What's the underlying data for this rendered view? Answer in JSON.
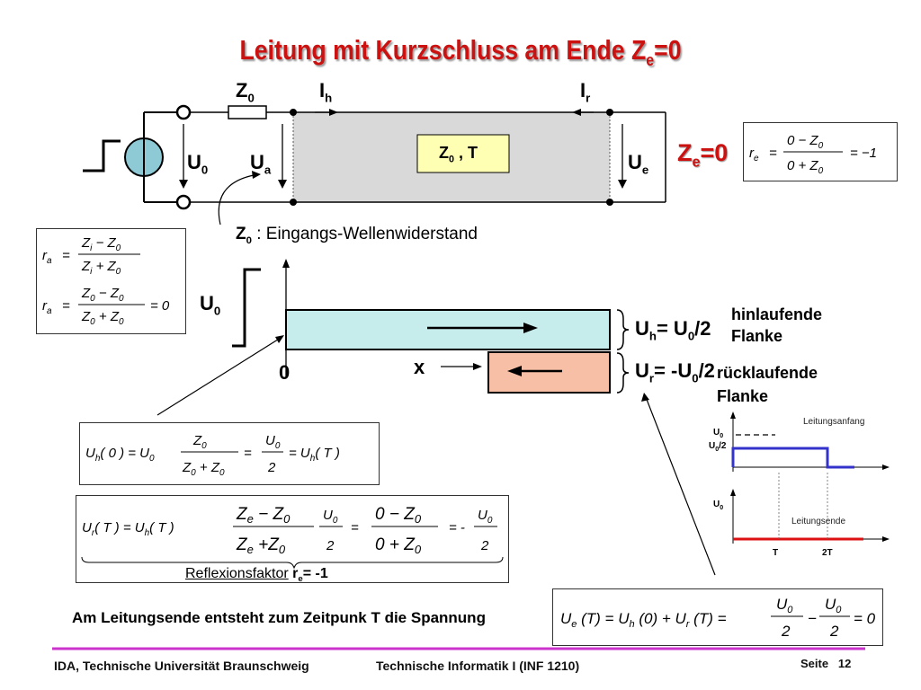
{
  "title": "Leitung mit Kurzschluss am Ende  Z",
  "title_sub": "e",
  "title_suffix": "=0",
  "circuit": {
    "z0": "Z",
    "z0_sub": "0",
    "ih": "I",
    "ih_sub": "h",
    "ir": "I",
    "ir_sub": "r",
    "u0": "U",
    "u0_sub": "0",
    "ua": "U",
    "ua_sub": "a",
    "ue": "U",
    "ue_sub": "e",
    "line_label": "Z",
    "line_label_sub": "0",
    "line_label_suffix": " , T",
    "ze": "Z",
    "ze_sub": "e",
    "ze_suffix": "=0"
  },
  "input_note": {
    "sym": "Z",
    "sub": "0",
    "text": " : Eingangs-Wellenwiderstand"
  },
  "formula_re": "r = (0 − Z0)/(0 + Z0) = −1",
  "formula_ra_1": "r = (Zi − Z0)/(Zi + Z0)",
  "formula_ra_2": "r = (Z0 − Z0)/(Z0 + Z0) = 0",
  "wave": {
    "u0": "U",
    "u0_sub": "0",
    "zero": "0",
    "x": "x",
    "uh": "U",
    "uh_sub": "h",
    "uh_rest": "= U",
    "uh_sub2": "0",
    "uh_end": "/2",
    "ur": "U",
    "ur_sub": "r",
    "ur_rest": "= -U",
    "ur_sub2": "0",
    "ur_end": "/2",
    "hin_1": "hinlaufende",
    "hin_2": "Flanke",
    "rueck_1": "rücklaufende",
    "rueck_2": "Flanke"
  },
  "formula_uh": "Uh(0) = U0 · Z0/(Z0+Z0) = U0/2 = Uh(T)",
  "formula_ur": "Ur(T) = Uh(T) · (Ze − Z0)/(Ze + Z0) = U0/2 · (0 − Z0)/(0 + Z0) = −U0/2",
  "reflex": {
    "text": "Reflexionsfaktor",
    "sym": " r",
    "sub": "e",
    "val": "= -1"
  },
  "timing": {
    "u0_top": "U",
    "u0_top_sub": "0",
    "u0_half": "U",
    "u0_half_sub": "0",
    "u0_half_end": "/2",
    "anfang": "Leitungsanfang",
    "u0_bottom": "U",
    "u0_bottom_sub": "0",
    "ende": "Leitungsende",
    "t": "T",
    "t2": "2T",
    "colors": {
      "anfang": "#3333cc",
      "ende": "#dd1111"
    }
  },
  "conclusion": "Am Leitungsende entsteht zum Zeitpunk T die Spannung",
  "formula_ue": "Ue(T) = Uh(0) + Ur(T) = U0/2 − U0/2 = 0",
  "footer": {
    "left": "IDA, Technische Universität Braunschweig",
    "center": "Technische Informatik I (INF 1210)",
    "seite": "Seite",
    "page": "12"
  },
  "colors": {
    "title": "#cc1111",
    "line_fill": "#d9d9d9",
    "z0_box": "#ffffb3",
    "source": "#8ec9d6",
    "hin": "#c6ecec",
    "rueck": "#f7bfa6",
    "footer_line": "#cc33cc"
  }
}
